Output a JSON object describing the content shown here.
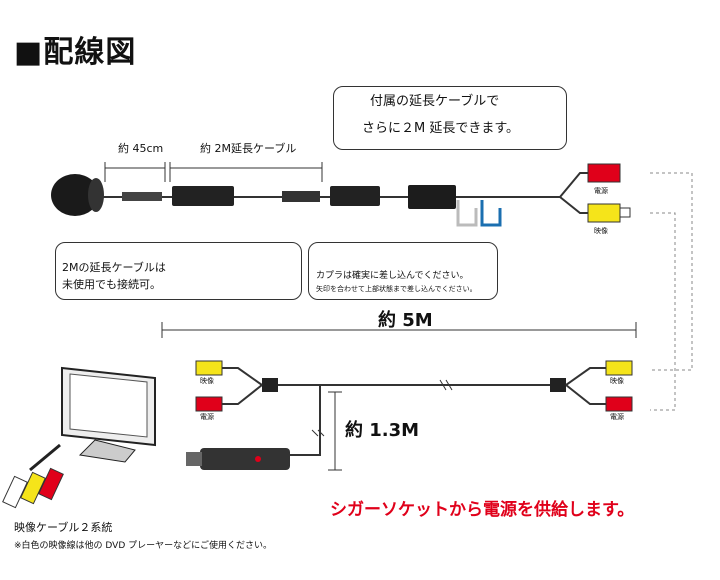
{
  "title": "■配線図",
  "callout_top": {
    "line1": "付属の延長ケーブルで",
    "line2": "さらに２M 延長できます。"
  },
  "labels": {
    "len_45": "約 45cm",
    "ext_2m": "約 2M延長ケーブル",
    "power": "電源",
    "video": "映像",
    "len_5m": "約 5M",
    "len_13m": "約 1.3M",
    "cigar": "シガーソケットから電源を供給します。",
    "video_cable": "映像ケーブル２系統",
    "note": "※白色の映像線は他の DVD プレーヤーなどにご使用ください。",
    "rca_video": "映像",
    "rca_power": "電源"
  },
  "callout_left": {
    "line1": "2Mの延長ケーブルは",
    "line2": "未使用でも接続可。"
  },
  "callout_mid": {
    "line1": "カプラは確実に差し込んでください。",
    "line2": "矢印を合わせて上部状態まで差し込んでください。"
  },
  "colors": {
    "red": "#e0001a",
    "yellow": "#f5e41a",
    "cable": "#222222",
    "blue": "#1b6fb0"
  }
}
